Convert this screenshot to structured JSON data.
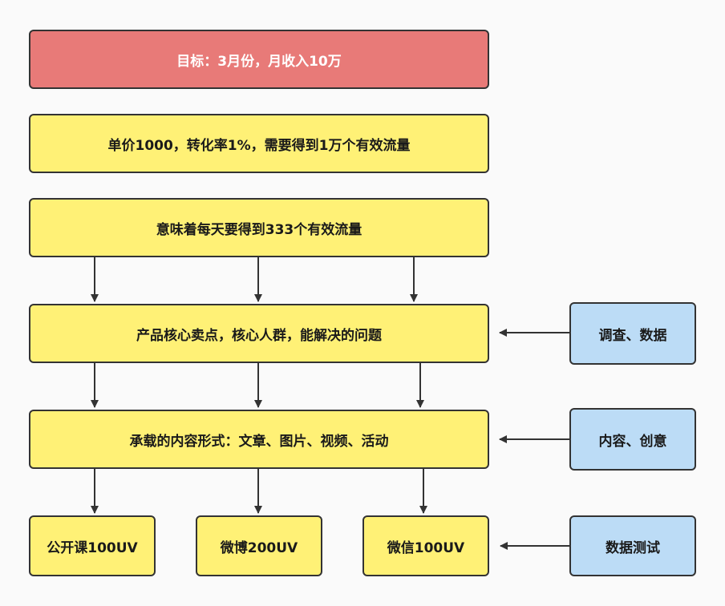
{
  "colors": {
    "goal_fill": "#e87a78",
    "step_fill": "#fff176",
    "input_fill": "#bcdcf6",
    "stroke": "#333333"
  },
  "nodes": {
    "goal": "目标：3月份，月收入10万",
    "traffic_total": "单价1000，转化率1%，需要得到1万个有效流量",
    "traffic_daily": "意味着每天要得到333个有效流量",
    "positioning": "产品核心卖点，核心人群，能解决的问题",
    "content_forms": "承载的内容形式：文章、图片、视频、活动",
    "channel_course": "公开课100UV",
    "channel_weibo": "微博200UV",
    "channel_wechat": "微信100UV",
    "input_research": "调查、数据",
    "input_creative": "内容、创意",
    "input_testing": "数据测试"
  }
}
